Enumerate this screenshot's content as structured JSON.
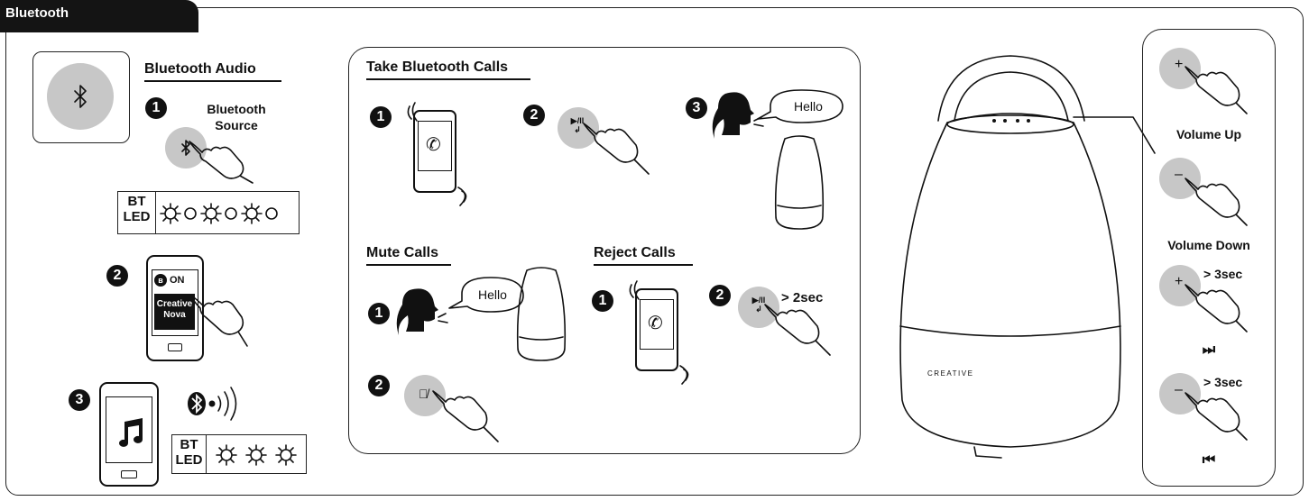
{
  "section_tab": "Bluetooth",
  "bluetooth_audio": {
    "heading": "Bluetooth Audio",
    "step1_num": "1",
    "step1_label_line1": "Bluetooth",
    "step1_label_line2": "Source",
    "led_label_line1": "BT",
    "led_label_line2": "LED",
    "step2_num": "2",
    "phone_on_label": "ON",
    "phone_device_line1": "Creative",
    "phone_device_line2": "Nova",
    "step3_num": "3"
  },
  "take_calls": {
    "heading": "Take Bluetooth Calls",
    "step1_num": "1",
    "step2_num": "2",
    "step3_num": "3",
    "speech": "Hello"
  },
  "mute_calls": {
    "heading": "Mute Calls",
    "step1_num": "1",
    "step2_num": "2",
    "speech": "Hello"
  },
  "reject_calls": {
    "heading": "Reject Calls",
    "step1_num": "1",
    "step2_num": "2",
    "hold": "> 2sec"
  },
  "speaker": {
    "brand": "CREATIVE"
  },
  "controls": {
    "vol_up_label": "Volume Up",
    "vol_down_label": "Volume Down",
    "next_hold": "> 3sec",
    "prev_hold": "> 3sec",
    "plus": "+",
    "minus": "–",
    "next_icon": "⏭",
    "prev_icon": "⏮"
  },
  "icons": [
    "bluetooth-icon",
    "hand-pointer-icon",
    "phone-icon",
    "play-pause-call-icon",
    "microphone-mute-icon",
    "music-note-icon",
    "sun-led-icon",
    "circle-led-icon",
    "speaker-icon",
    "person-speaking-icon"
  ]
}
